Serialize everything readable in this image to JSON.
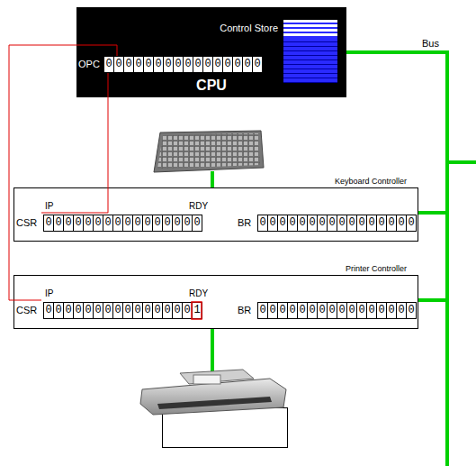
{
  "diagram": {
    "nodes": [
      {
        "text": [
          "CPU"
        ]
      },
      {
        "text": [
          "Control Store"
        ],
        "in": 0
      },
      {
        "text": [
          "OPC",
          "0000000000000000"
        ],
        "in": 0
      },
      {
        "text": [
          "Keyboard Controller"
        ]
      },
      {
        "text": [
          "IP",
          "RDY",
          "CSR",
          "0000000000000000"
        ],
        "in": 3
      },
      {
        "text": [
          "BR",
          "0000000000000000"
        ],
        "in": 3
      },
      {
        "text": [
          "Printer Controller"
        ]
      },
      {
        "text": [
          "IP",
          "RDY",
          "CSR",
          "0000000000000001"
        ],
        "in": 6
      },
      {
        "text": [
          "BR",
          "0000000000000000"
        ],
        "in": 6
      }
    ],
    "edges": [
      {
        "from": 0,
        "to": 3,
        "arrow": "none",
        "label": "Bus"
      },
      {
        "from": 0,
        "to": 6,
        "arrow": "none"
      },
      {
        "from": 2,
        "to": 4,
        "arrow": "none"
      },
      {
        "from": 2,
        "to": 7,
        "arrow": "none"
      }
    ]
  }
}
